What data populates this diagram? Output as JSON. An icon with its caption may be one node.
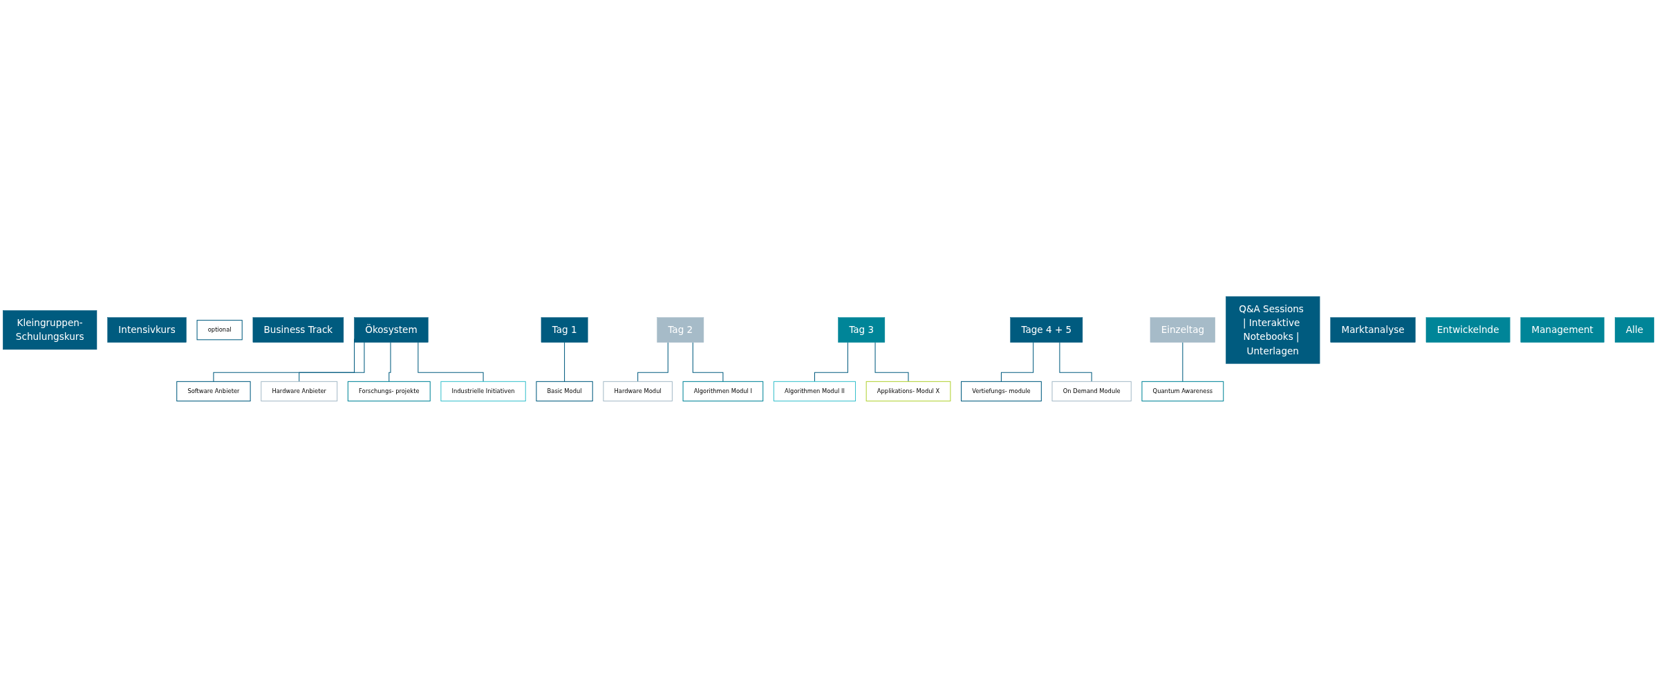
{
  "diagram": {
    "nodes": [
      {
        "text": [
          "Kleingruppen-Schulungskurs"
        ]
      },
      {
        "text": [
          "Intensivkurs"
        ]
      },
      {
        "text": [
          "optional"
        ]
      },
      {
        "text": [
          "Business Track"
        ]
      },
      {
        "text": [
          "Ökosystem"
        ]
      },
      {
        "text": [
          "Tag 1"
        ]
      },
      {
        "text": [
          "Basic Modul"
        ]
      },
      {
        "text": [
          "Tag 2"
        ]
      },
      {
        "text": [
          "Hardware Modul"
        ]
      },
      {
        "text": [
          "Algorithmen Modul I"
        ]
      },
      {
        "text": [
          "Tag 3"
        ]
      },
      {
        "text": [
          "Algorithmen Modul II"
        ]
      },
      {
        "text": [
          "Applikations- Modul X"
        ]
      },
      {
        "text": [
          "Tage 4 + 5"
        ]
      },
      {
        "text": [
          "Vertiefungs- module"
        ]
      },
      {
        "text": [
          "On Demand Module"
        ]
      },
      {
        "text": [
          "Einzeltag"
        ]
      },
      {
        "text": [
          "Quantum Awareness"
        ]
      },
      {
        "text": [
          "Software Anbieter"
        ]
      },
      {
        "text": [
          "Hardware Anbieter"
        ]
      },
      {
        "text": [
          "Forschungs- projekte"
        ]
      },
      {
        "text": [
          "Industrielle Initiativen"
        ]
      },
      {
        "text": [
          "Q&A Sessions | Interaktive Notebooks | Unterlagen"
        ]
      },
      {
        "text": [
          "Marktanalyse"
        ]
      },
      {
        "text": [
          "Entwickelnde"
        ]
      },
      {
        "text": [
          "Management"
        ]
      },
      {
        "text": [
          "Alle"
        ]
      }
    ],
    "edges": [
      {
        "from": 5,
        "to": 6,
        "arrow": "none"
      },
      {
        "from": 7,
        "to": 8,
        "arrow": "none"
      },
      {
        "from": 7,
        "to": 9,
        "arrow": "none"
      },
      {
        "from": 10,
        "to": 11,
        "arrow": "none"
      },
      {
        "from": 10,
        "to": 12,
        "arrow": "none"
      },
      {
        "from": 13,
        "to": 14,
        "arrow": "none"
      },
      {
        "from": 13,
        "to": 15,
        "arrow": "none"
      },
      {
        "from": 16,
        "to": 17,
        "arrow": "none"
      },
      {
        "from": 4,
        "to": 18,
        "arrow": "none"
      },
      {
        "from": 4,
        "to": 19,
        "arrow": "none"
      },
      {
        "from": 4,
        "to": 20,
        "arrow": "none"
      },
      {
        "from": 4,
        "to": 21,
        "arrow": "none"
      }
    ]
  }
}
